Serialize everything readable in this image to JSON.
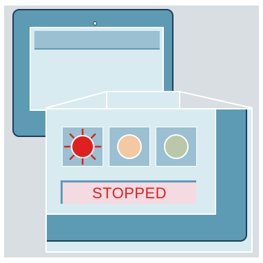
{
  "status": {
    "label": "STOPPED"
  },
  "lights": [
    {
      "state": "active",
      "color": "#e0201f",
      "icon": "red-light-icon"
    },
    {
      "state": "inactive",
      "color": "#f2c9a1",
      "icon": "amber-light-icon"
    },
    {
      "state": "inactive",
      "color": "#b9c8a8",
      "icon": "green-light-icon"
    }
  ],
  "colors": {
    "device_body": "#5d9bb4",
    "screen": "#d8ebf1",
    "outline": "#1d3d5a",
    "alert_text": "#e0201f",
    "alert_background": "#f3dbe1"
  }
}
